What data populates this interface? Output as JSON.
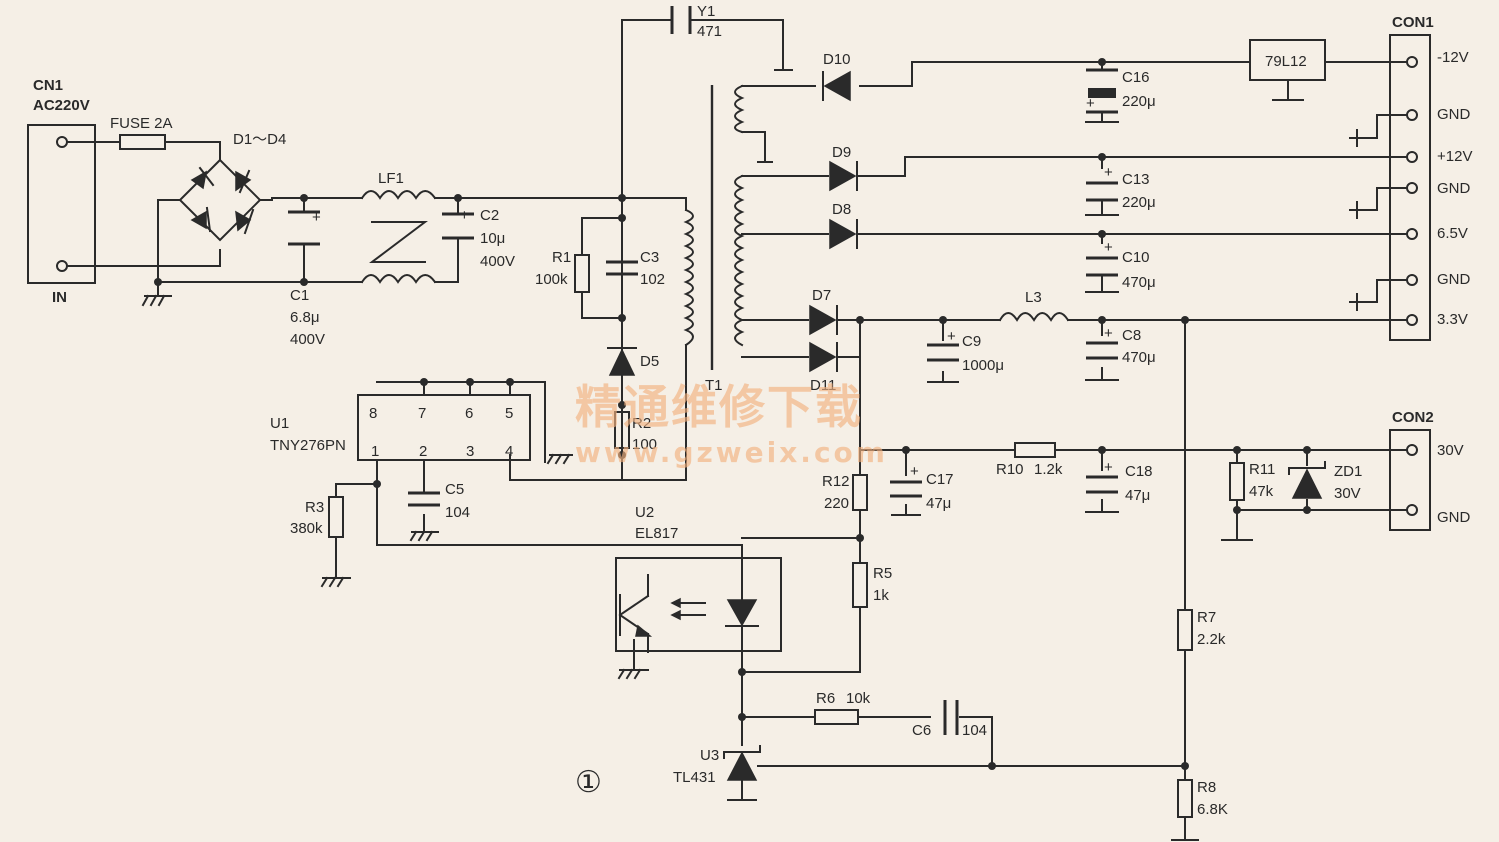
{
  "components": {
    "cn1": {
      "ref": "CN1",
      "value": "AC220V",
      "note": "IN"
    },
    "fuse": {
      "label": "FUSE 2A"
    },
    "bridge": {
      "label": "D1～D4"
    },
    "lf1": {
      "ref": "LF1"
    },
    "c1": {
      "ref": "C1",
      "value1": "6.8μ",
      "value2": "400V"
    },
    "c2": {
      "ref": "C2",
      "value1": "10μ",
      "value2": "400V"
    },
    "y1": {
      "ref": "Y1",
      "value": "471"
    },
    "r1": {
      "ref": "R1",
      "value": "100k"
    },
    "c3": {
      "ref": "C3",
      "value": "102"
    },
    "d5": {
      "ref": "D5"
    },
    "r2": {
      "ref": "R2",
      "value": "100"
    },
    "t1": {
      "ref": "T1"
    },
    "u1": {
      "ref": "U1",
      "part": "TNY276PN",
      "pins": [
        "8",
        "7",
        "6",
        "5",
        "1",
        "2",
        "3",
        "4"
      ]
    },
    "r3": {
      "ref": "R3",
      "value": "380k"
    },
    "c5": {
      "ref": "C5",
      "value": "104"
    },
    "u2": {
      "ref": "U2",
      "part": "EL817"
    },
    "r12": {
      "ref": "R12",
      "value": "220"
    },
    "r5": {
      "ref": "R5",
      "value": "1k"
    },
    "r6": {
      "ref": "R6",
      "value": "10k"
    },
    "c6": {
      "ref": "C6",
      "value": "104"
    },
    "u3": {
      "ref": "U3",
      "part": "TL431"
    },
    "r7": {
      "ref": "R7",
      "value": "2.2k"
    },
    "r8": {
      "ref": "R8",
      "value": "6.8K"
    },
    "d10": {
      "ref": "D10"
    },
    "d9": {
      "ref": "D9"
    },
    "d8": {
      "ref": "D8"
    },
    "d7": {
      "ref": "D7"
    },
    "d11": {
      "ref": "D11"
    },
    "c16": {
      "ref": "C16",
      "value": "220μ"
    },
    "c13": {
      "ref": "C13",
      "value": "220μ"
    },
    "c10": {
      "ref": "C10",
      "value": "470μ"
    },
    "c9": {
      "ref": "C9",
      "value": "1000μ"
    },
    "c8": {
      "ref": "C8",
      "value": "470μ"
    },
    "l3": {
      "ref": "L3"
    },
    "c17": {
      "ref": "C17",
      "value": "47μ"
    },
    "r10": {
      "ref": "R10",
      "value": "1.2k"
    },
    "c18": {
      "ref": "C18",
      "value": "47μ"
    },
    "r11": {
      "ref": "R11",
      "value": "47k"
    },
    "zd1": {
      "ref": "ZD1",
      "value": "30V"
    },
    "reg": {
      "part": "79L12"
    }
  },
  "connectors": {
    "con1": {
      "ref": "CON1",
      "pins": [
        "-12V",
        "GND",
        "+12V",
        "GND",
        "6.5V",
        "GND",
        "3.3V"
      ]
    },
    "con2": {
      "ref": "CON2",
      "pins": [
        "30V",
        "GND"
      ]
    }
  },
  "figure_number": "①",
  "watermark": {
    "text": "精通维修下载",
    "url": "www.gzweix.com"
  }
}
